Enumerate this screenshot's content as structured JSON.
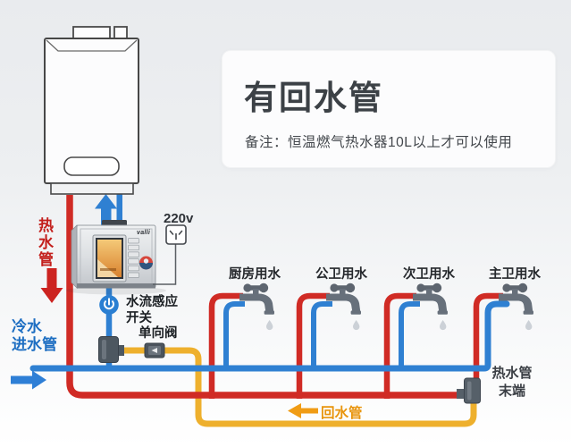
{
  "title_card": {
    "title": "有回水管",
    "note": "备注：恒温燃气热水器10L以上才可以使用"
  },
  "labels": {
    "hot_pipe": "热水管",
    "cold_pipe": "冷水\n进水管",
    "voltage": "220v",
    "flow_switch": "水流感应\n开关",
    "check_valve": "单向阀",
    "return_pipe": "回水管",
    "hot_pipe_end": "热水管\n末端"
  },
  "outlets": [
    {
      "label": "厨房用水"
    },
    {
      "label": "公卫用水"
    },
    {
      "label": "次卫用水"
    },
    {
      "label": "主卫用水"
    }
  ],
  "device": {
    "brand": "valli"
  },
  "icons": [
    "water-heater-icon",
    "circulation-pump-icon",
    "power-socket-icon",
    "flow-sensor-icon",
    "check-valve-icon",
    "faucet-icon",
    "water-drop-icon",
    "hot-flow-arrow-icon",
    "cold-flow-arrow-icon",
    "return-flow-arrow-icon",
    "inlet-up-arrow-icon"
  ],
  "colors": {
    "hot_pipe": "#d02b25",
    "cold_pipe": "#2f80d2",
    "return_pipe": "#eeb02d",
    "hot_text": "#c31f1c",
    "cold_text": "#1d6ec2",
    "return_text": "#e8940c"
  }
}
